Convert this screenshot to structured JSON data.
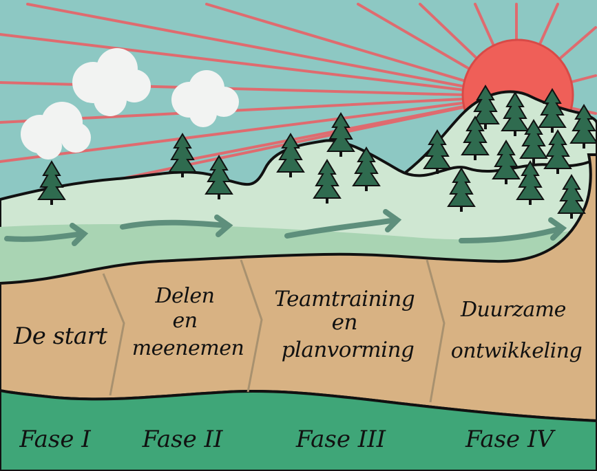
{
  "colors": {
    "sky": "#8dc8c3",
    "sun": "#ef5f58",
    "sun_rays": "#e4676b",
    "clouds": "#f2f3f2",
    "hills_light": "#cfe7d2",
    "hills_mid": "#a9d4b3",
    "trees": "#2f6b4f",
    "arrows": "#5e8f7c",
    "path": "#d8b283",
    "ground": "#3fa678",
    "outline": "#111111"
  },
  "steps": [
    {
      "id": "step-1",
      "lines": [
        "De start"
      ]
    },
    {
      "id": "step-2",
      "lines": [
        "Delen",
        "en",
        "meenemen"
      ]
    },
    {
      "id": "step-3",
      "lines": [
        "Teamtraining",
        "en",
        "planvorming"
      ]
    },
    {
      "id": "step-4",
      "lines": [
        "Duurzame",
        "ontwikkeling"
      ]
    }
  ],
  "phases": [
    "Fase I",
    "Fase II",
    "Fase III",
    "Fase IV"
  ],
  "icons": {
    "sun": "sun-icon",
    "cloud": "cloud-icon",
    "tree": "pine-tree-icon",
    "arrow": "arrow-right-icon"
  }
}
